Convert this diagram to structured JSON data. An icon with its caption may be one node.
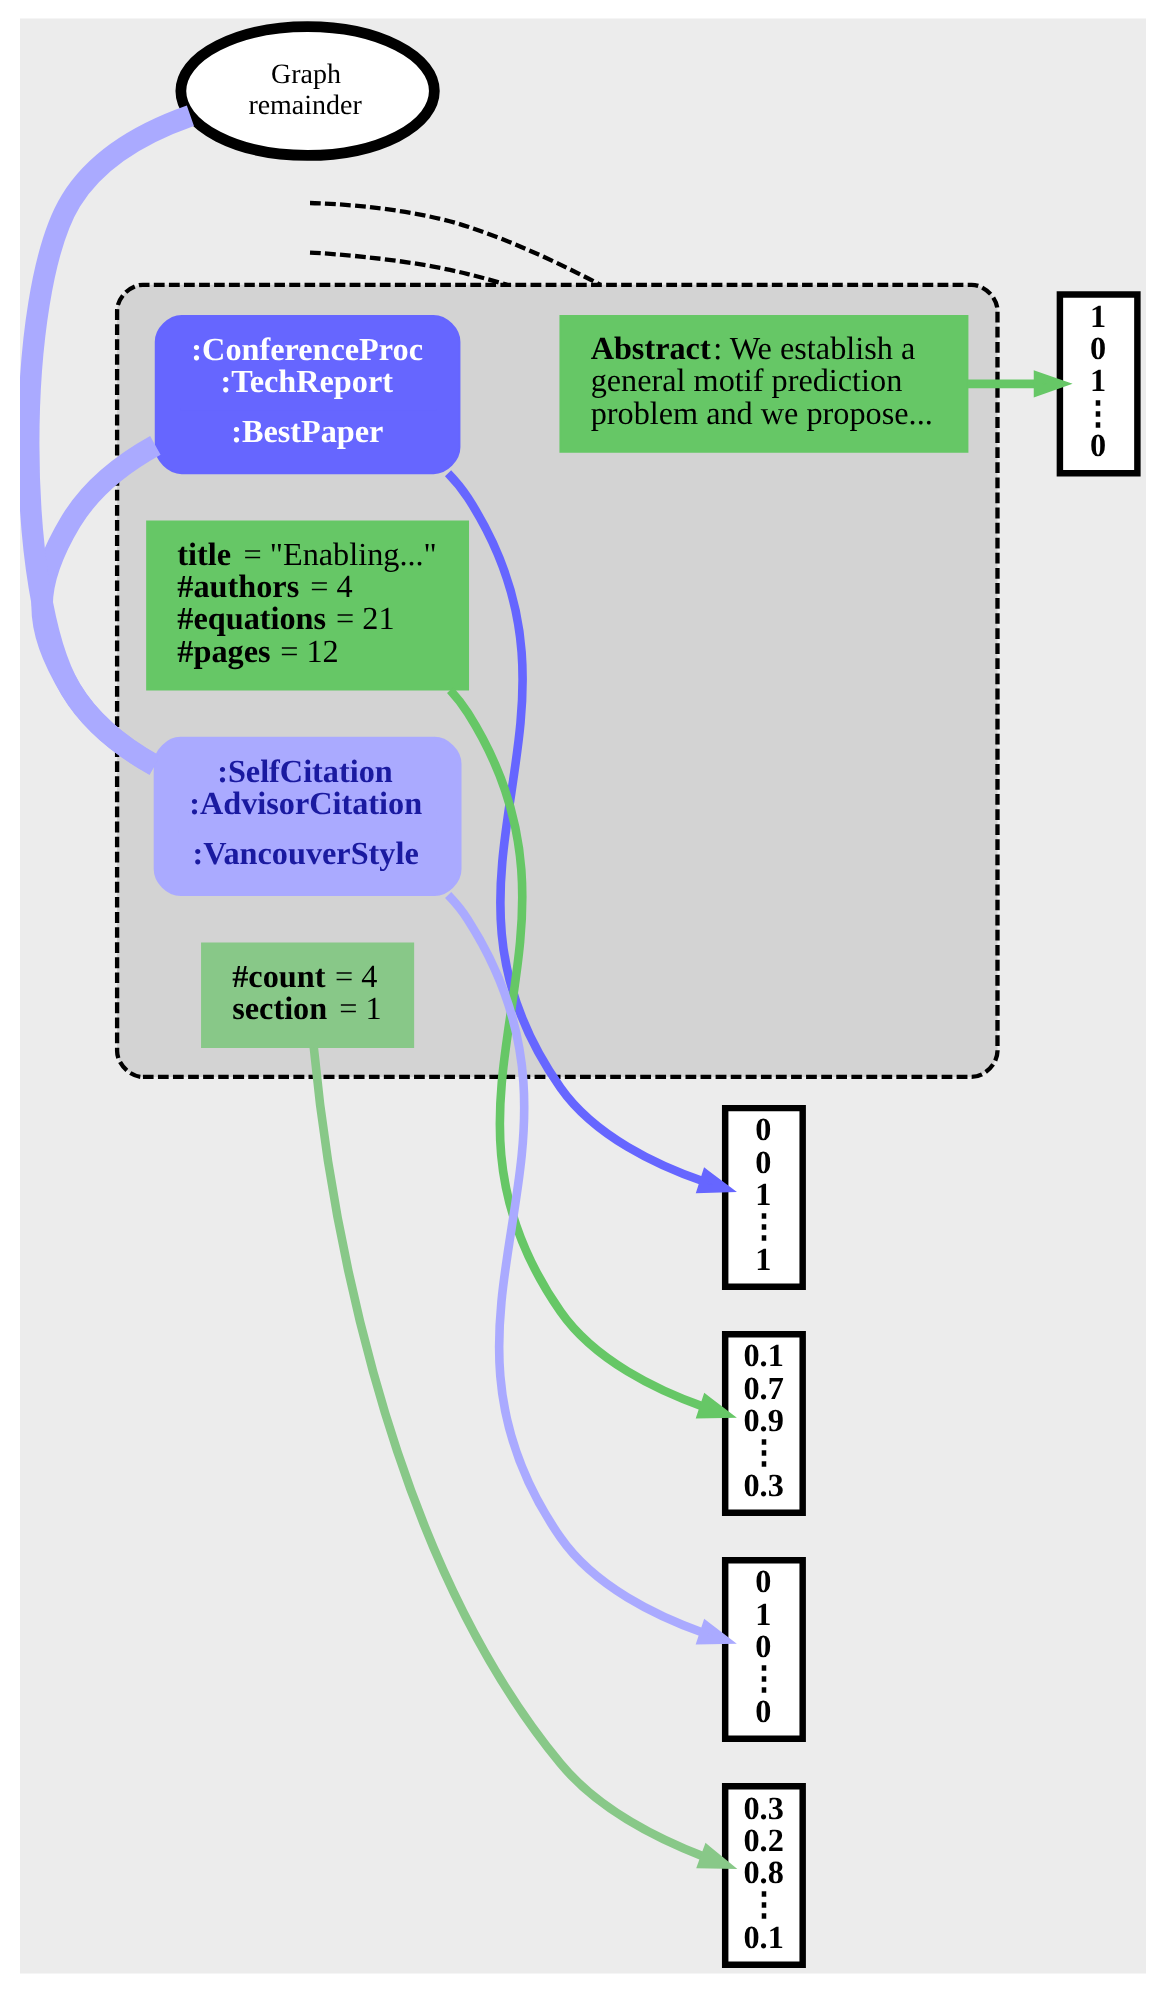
{
  "diagram": {
    "nodes": [
      {
        "text": [],
        "shape": "box"
      },
      {
        "text": [
          "**Abstract**: We establish a general motif prediction problem and we propose..."
        ],
        "in": 0
      },
      {
        "text": [
          ":ConferenceProc :TechReport",
          ":BestPaper"
        ],
        "in": 0
      },
      {
        "text": [
          "**title** = \"Enabling...\"",
          "**#authors** = 4",
          "**#equations** = 21",
          "**#pages** = 12"
        ],
        "in": 0
      },
      {
        "text": [
          ":SelfCitation :AdvisorCitation",
          ":VancouverStyle"
        ],
        "in": 0
      },
      {
        "text": [
          "**#count** = 4",
          "**section** = 1"
        ],
        "in": 0
      },
      {
        "text": [
          "Graph remainder"
        ]
      },
      {
        "text": [
          "1 0 1 ⋮ 0"
        ]
      },
      {
        "text": [
          "0 0 1 ⋮ 1"
        ]
      },
      {
        "text": [
          "0.1 0.7 0.9 ⋮ 0.3"
        ]
      },
      {
        "text": [
          "0 1 0 ⋮ 0"
        ]
      },
      {
        "text": [
          "0.3 0.2 0.8 ⋮ 0.1"
        ]
      }
    ],
    "edges": [
      {
        "from": null,
        "to": 0,
        "arrow": "none",
        "style": "dashed",
        "color": "#000000"
      },
      {
        "from": null,
        "to": 0,
        "arrow": "none",
        "style": "dashed",
        "color": "#000000"
      },
      {
        "from": 1,
        "to": 7,
        "arrow": "to",
        "color": "#66c766"
      },
      {
        "from": 2,
        "to": 8,
        "arrow": "to",
        "color": "#6666ff"
      },
      {
        "from": 3,
        "to": 9,
        "arrow": "to",
        "color": "#66c766"
      },
      {
        "from": 4,
        "to": 10,
        "arrow": "to",
        "color": "#aaaaff"
      },
      {
        "from": 5,
        "to": 11,
        "arrow": "to",
        "color": "#88c888"
      },
      {
        "from": 2,
        "to": 4,
        "arrow": "none",
        "style": "thick",
        "color": "#aaaaff"
      },
      {
        "from": 4,
        "to": 6,
        "arrow": "none",
        "style": "thick",
        "color": "#aaaaff"
      }
    ]
  }
}
